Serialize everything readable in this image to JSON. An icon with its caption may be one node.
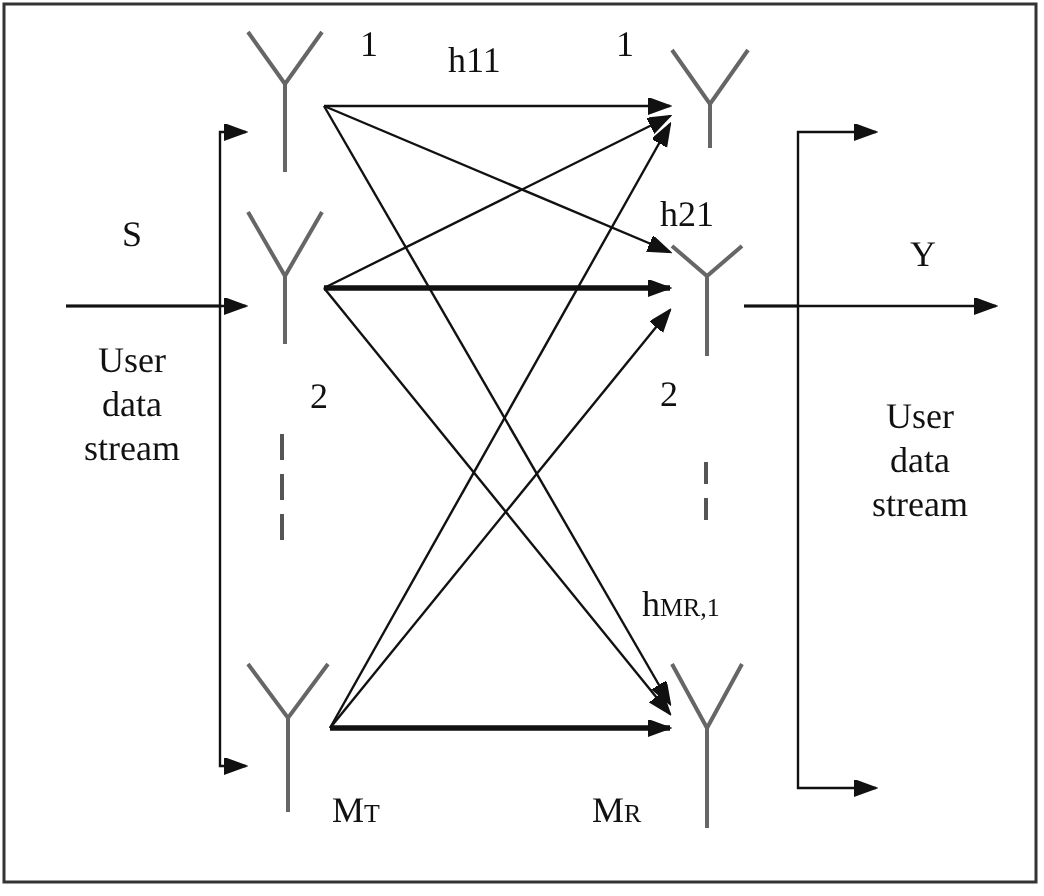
{
  "diagram": {
    "nodes": [
      {
        "text": [],
        "shape": "antenna",
        "beside": [
          "1"
        ]
      },
      {
        "text": [],
        "shape": "antenna",
        "beside": [
          "1"
        ]
      },
      {
        "text": [],
        "shape": "antenna",
        "beside": [
          "2"
        ]
      },
      {
        "text": [],
        "shape": "antenna",
        "beside": [
          "2"
        ]
      },
      {
        "text": [],
        "shape": "antenna",
        "beside": [
          "M$_{T}$"
        ]
      },
      {
        "text": [],
        "shape": "antenna",
        "beside": [
          "M$_{R}$"
        ]
      }
    ],
    "edges": [
      {
        "from": 0,
        "to": 1,
        "arrow": "to",
        "label": "h11"
      },
      {
        "from": 0,
        "to": 3,
        "arrow": "to",
        "label": "h21"
      },
      {
        "from": 0,
        "to": 5,
        "arrow": "to",
        "label": "h$_{MR,1}$"
      },
      {
        "from": 2,
        "to": 1,
        "arrow": "to"
      },
      {
        "from": 2,
        "to": 3,
        "arrow": "to",
        "style": "thick"
      },
      {
        "from": 2,
        "to": 5,
        "arrow": "to"
      },
      {
        "from": 4,
        "to": 1,
        "arrow": "to"
      },
      {
        "from": 4,
        "to": 3,
        "arrow": "to"
      },
      {
        "from": 4,
        "to": 5,
        "arrow": "to",
        "style": "thick"
      },
      {
        "from": null,
        "to": 2,
        "arrow": "to",
        "label": "S"
      },
      {
        "from": null,
        "to": 0,
        "arrow": "to"
      },
      {
        "from": null,
        "to": 4,
        "arrow": "to"
      },
      {
        "from": 3,
        "to": null,
        "arrow": "to",
        "label": "Y"
      },
      {
        "from": 3,
        "to": null,
        "arrow": "to"
      },
      {
        "from": 3,
        "to": null,
        "arrow": "to"
      }
    ],
    "labels": [
      "User data stream",
      "User data stream"
    ]
  }
}
